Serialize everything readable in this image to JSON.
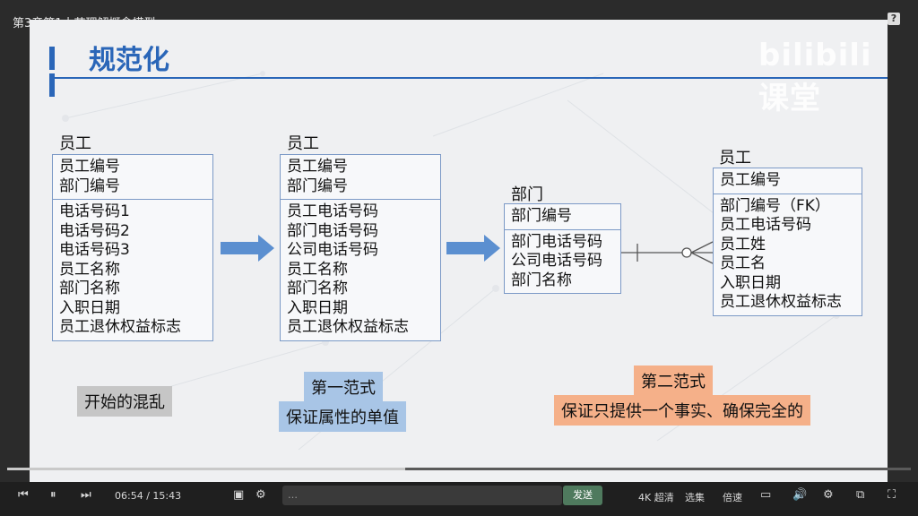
{
  "video": {
    "title": "第3章第1小节理解概念模型"
  },
  "watermark": {
    "text": "bilibili 课堂"
  },
  "slide": {
    "title": "规范化",
    "entity1": {
      "label": "员工",
      "keys": [
        "员工编号",
        "部门编号"
      ],
      "attrs": [
        "电话号码1",
        "电话号码2",
        "电话号码3",
        "员工名称",
        "部门名称",
        "入职日期",
        "员工退休权益标志"
      ]
    },
    "entity2": {
      "label": "员工",
      "keys": [
        "员工编号",
        "部门编号"
      ],
      "attrs": [
        "员工电话号码",
        "部门电话号码",
        "公司电话号码",
        "员工名称",
        "部门名称",
        "入职日期",
        "员工退休权益标志"
      ]
    },
    "entity3": {
      "label": "部门",
      "keys": [
        "部门编号"
      ],
      "attrs": [
        "部门电话号码",
        "公司电话号码",
        "部门名称"
      ]
    },
    "entity4": {
      "label": "员工",
      "keys": [
        "员工编号"
      ],
      "attrs": [
        "部门编号（FK）",
        "员工电话号码",
        "员工姓",
        "员工名",
        "入职日期",
        "员工退休权益标志"
      ]
    },
    "tag_chaos": "开始的混乱",
    "tag_1nf_title": "第一范式",
    "tag_1nf_desc": "保证属性的单值",
    "tag_2nf_title": "第二范式",
    "tag_2nf_desc": "保证只提供一个事实、确保完全的"
  },
  "player": {
    "time": "06:54 / 15:43",
    "progress": 0.44,
    "send_label": "发送",
    "quality": "4K 超清",
    "episodes": "选集",
    "speed": "倍速"
  },
  "colors": {
    "accent": "#2a66b8",
    "entity_border": "#7b99c6",
    "arrow": "#5b8fd0",
    "tag_gray": "#c6c6c6",
    "tag_blue": "#a8c5e6",
    "tag_orange": "#f5b089"
  }
}
